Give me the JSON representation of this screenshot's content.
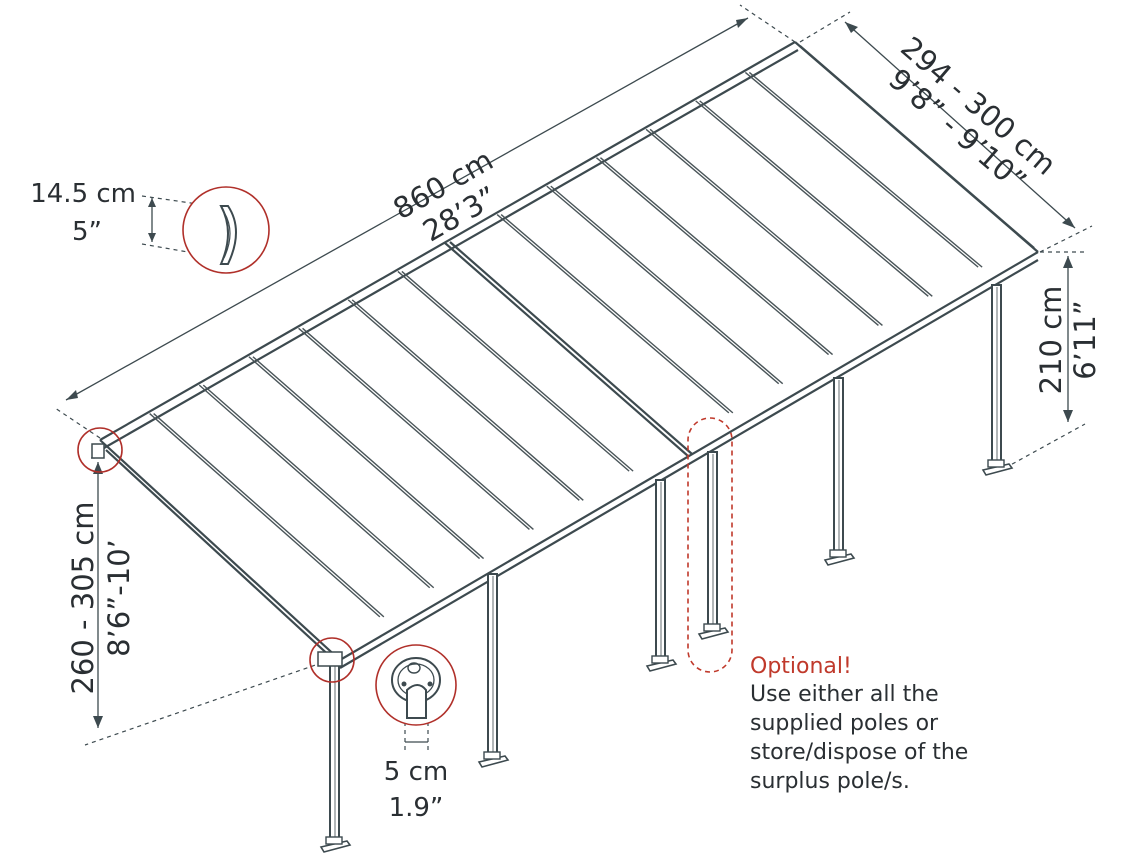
{
  "dimensions": {
    "length_metric": "860 cm",
    "length_imperial": "28’3”",
    "width_metric": "294 - 300 cm",
    "width_imperial": "9’8” - 9’10”",
    "height_low_metric": "210 cm",
    "height_low_imperial": "6’11”",
    "height_high_metric": "260 - 305 cm",
    "height_high_imperial": "8’6”-10’",
    "gutter_metric": "14.5 cm",
    "gutter_imperial": "5”",
    "post_metric": "5 cm",
    "post_imperial": "1.9”"
  },
  "note": {
    "title": "Optional!",
    "lines": [
      "Use either all the",
      "supplied poles or",
      "store/dispose of the",
      "surplus pole/s."
    ]
  },
  "colors": {
    "line": "#3d4a4f",
    "accent_red": "#c0392b",
    "text": "#2a2f33"
  },
  "icons": {
    "gutter_profile": "gutter-profile-icon",
    "post_bracket": "post-bracket-icon"
  }
}
